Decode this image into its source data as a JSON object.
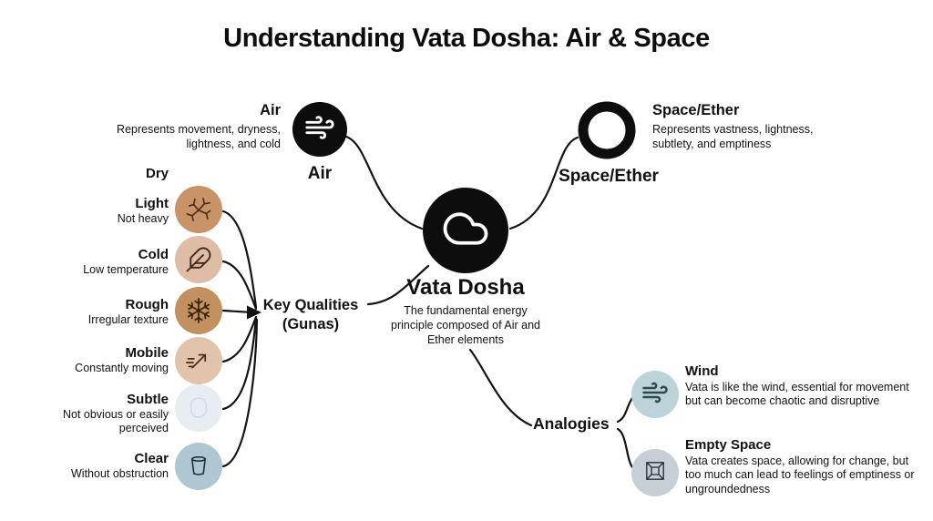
{
  "title": "Understanding Vata Dosha: Air & Space",
  "colors": {
    "node_black": "#0d0d0d",
    "light_circle": "#c99368",
    "cold_circle": "#debca6",
    "rough_circle": "#c3915f",
    "mobile_circle": "#e2c4ac",
    "subtle_circle": "#e7edf0",
    "clear_circle": "#afc7d1",
    "wind_circle": "#bdd3da",
    "empty_space_circle": "#c6cfd5"
  },
  "center": {
    "title": "Vata Dosha",
    "description": "The fundamental energy principle composed of Air and Ether elements",
    "icon": "cloud-icon"
  },
  "air": {
    "heading": "Air",
    "description": "Represents movement, dryness, lightness, and cold",
    "node_label": "Air",
    "icon": "wind-icon"
  },
  "space": {
    "heading": "Space/Ether",
    "description": "Represents vastness, lightness, subtlety, and emptiness",
    "node_label": "Space/Ether",
    "icon": "ring-icon"
  },
  "key_qualities": {
    "label": "Key Qualities",
    "sublabel": "(Gunas)",
    "items": [
      {
        "name": "Dry",
        "description": ""
      },
      {
        "name": "Light",
        "description": "Not heavy",
        "icon": "cracked-earth-icon"
      },
      {
        "name": "Cold",
        "description": "Low temperature",
        "icon": "feather-icon"
      },
      {
        "name": "Rough",
        "description": "Irregular texture",
        "icon": "snowflake-icon"
      },
      {
        "name": "Mobile",
        "description": "Constantly moving",
        "icon": "arrow-up-right-icon"
      },
      {
        "name": "Subtle",
        "description": "Not obvious or easily perceived",
        "icon": "faint-blob-icon"
      },
      {
        "name": "Clear",
        "description": "Without obstruction",
        "icon": "glass-icon"
      }
    ]
  },
  "analogies": {
    "label": "Analogies",
    "items": [
      {
        "name": "Wind",
        "description": "Vata is like the wind, essential for movement but can become chaotic and disruptive",
        "icon": "wind-icon"
      },
      {
        "name": "Empty Space",
        "description": "Vata creates space, allowing for change, but too much can lead to feelings of emptiness or ungroundedness",
        "icon": "cube-frame-icon"
      }
    ]
  }
}
